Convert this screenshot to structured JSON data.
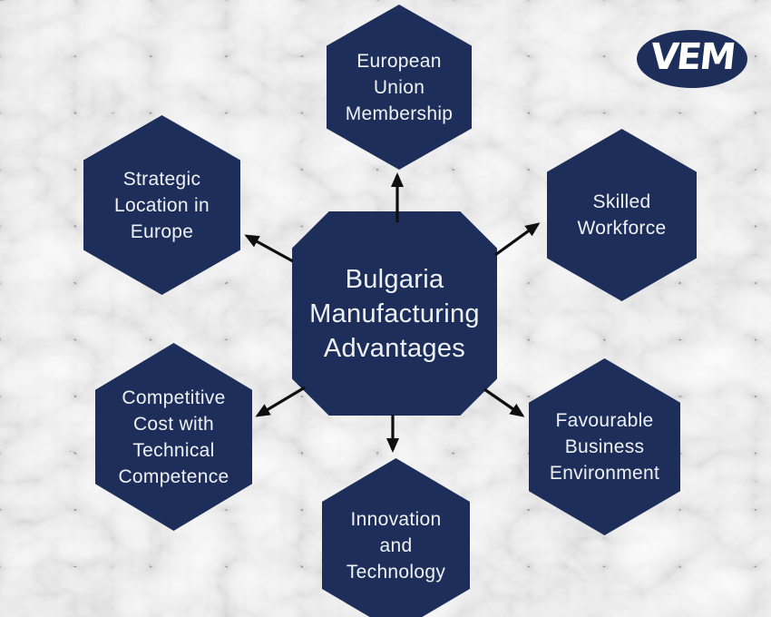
{
  "title": {
    "lines": [
      "Bulgaria",
      "Manufacturing",
      "Advantages"
    ]
  },
  "logo": {
    "text": "VEM"
  },
  "colors": {
    "navy": "#1e2e5a",
    "text": "#eef1f4",
    "arrow": "#0f0f0f",
    "bg": "#f6f6f7"
  },
  "hexagons": [
    {
      "id": "european-union-membership",
      "lines": [
        "European",
        "Union",
        "Membership"
      ]
    },
    {
      "id": "strategic-location-in-europe",
      "lines": [
        "Strategic",
        "Location in",
        "Europe"
      ]
    },
    {
      "id": "skilled-workforce",
      "lines": [
        "Skilled",
        "Workforce"
      ]
    },
    {
      "id": "competitive-cost-with-technical-competence",
      "lines": [
        "Competitive",
        "Cost with",
        "Technical",
        "Competence"
      ]
    },
    {
      "id": "innovation-and-technology",
      "lines": [
        "Innovation",
        "and",
        "Technology"
      ]
    },
    {
      "id": "favourable-business-environment",
      "lines": [
        "Favourable",
        "Business",
        "Environment"
      ]
    }
  ],
  "connections": [
    {
      "from": "center",
      "to": "european-union-membership"
    },
    {
      "from": "center",
      "to": "strategic-location-in-europe"
    },
    {
      "from": "center",
      "to": "skilled-workforce"
    },
    {
      "from": "center",
      "to": "competitive-cost-with-technical-competence"
    },
    {
      "from": "center",
      "to": "innovation-and-technology"
    },
    {
      "from": "center",
      "to": "favourable-business-environment"
    }
  ]
}
